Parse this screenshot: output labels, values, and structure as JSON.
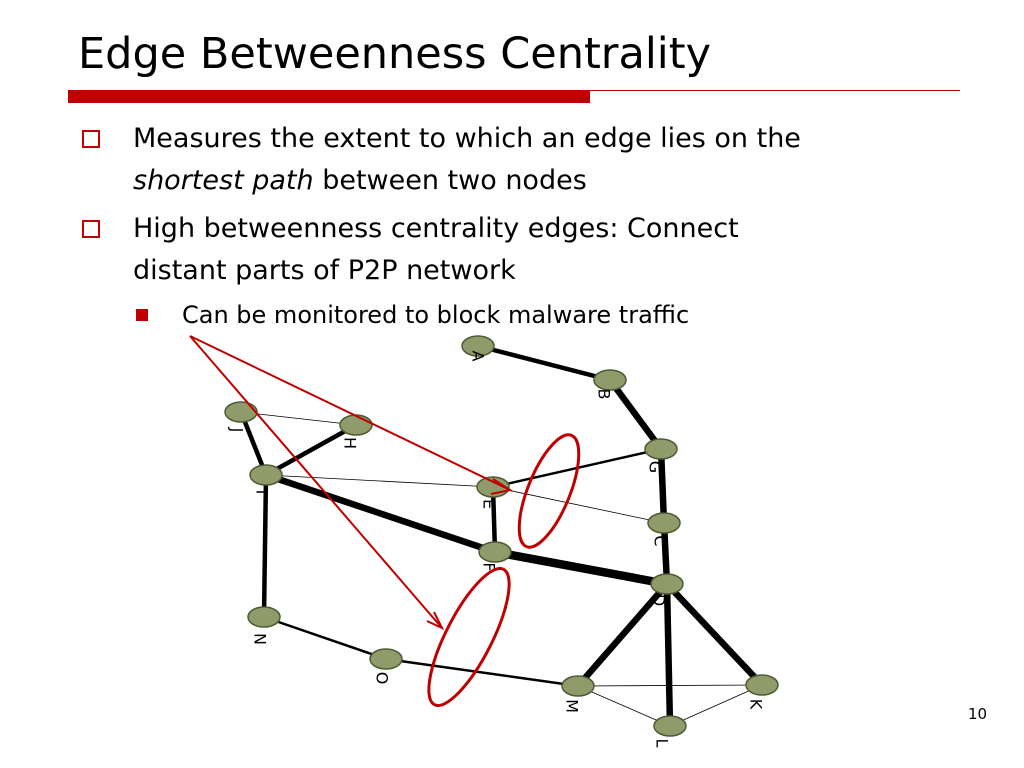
{
  "slide": {
    "title": "Edge Betweenness Centrality",
    "page_number": "10",
    "bullets": [
      {
        "text_plain_before": "Measures the extent to which an edge lies on the",
        "line2_italic": "shortest path",
        "line2_rest": " between two nodes"
      },
      {
        "line1": "High betweenness centrality edges: Connect",
        "line2": "distant parts of P2P network"
      }
    ],
    "sub_bullet": "Can be monitored to block malware traffic"
  },
  "colors": {
    "accent": "#c00000",
    "node_fill": "#8f9b6b",
    "edge": "#000000",
    "annotation": "#c00000"
  },
  "graph": {
    "nodes": [
      {
        "id": "A",
        "label": "A"
      },
      {
        "id": "B",
        "label": "B"
      },
      {
        "id": "G",
        "label": "G"
      },
      {
        "id": "J",
        "label": "J"
      },
      {
        "id": "H",
        "label": "H"
      },
      {
        "id": "I",
        "label": "I"
      },
      {
        "id": "E",
        "label": "E"
      },
      {
        "id": "C",
        "label": "C"
      },
      {
        "id": "F",
        "label": "F"
      },
      {
        "id": "D",
        "label": "D"
      },
      {
        "id": "N",
        "label": "N"
      },
      {
        "id": "O",
        "label": "O"
      },
      {
        "id": "M",
        "label": "M"
      },
      {
        "id": "K",
        "label": "K"
      },
      {
        "id": "L",
        "label": "L"
      }
    ],
    "edges": [
      {
        "from": "A",
        "to": "B",
        "weight": "medium"
      },
      {
        "from": "B",
        "to": "G",
        "weight": "heavy"
      },
      {
        "from": "G",
        "to": "C",
        "weight": "heavy"
      },
      {
        "from": "C",
        "to": "D",
        "weight": "heavy"
      },
      {
        "from": "J",
        "to": "H",
        "weight": "thin"
      },
      {
        "from": "J",
        "to": "I",
        "weight": "medium"
      },
      {
        "from": "H",
        "to": "I",
        "weight": "medium"
      },
      {
        "from": "I",
        "to": "E",
        "weight": "thin"
      },
      {
        "from": "I",
        "to": "F",
        "weight": "heavy"
      },
      {
        "from": "I",
        "to": "N",
        "weight": "medium"
      },
      {
        "from": "E",
        "to": "G",
        "weight": "light"
      },
      {
        "from": "E",
        "to": "C",
        "weight": "thin"
      },
      {
        "from": "E",
        "to": "F",
        "weight": "medium"
      },
      {
        "from": "F",
        "to": "D",
        "weight": "heaviest"
      },
      {
        "from": "N",
        "to": "O",
        "weight": "light"
      },
      {
        "from": "O",
        "to": "M",
        "weight": "light"
      },
      {
        "from": "D",
        "to": "M",
        "weight": "heavy"
      },
      {
        "from": "D",
        "to": "K",
        "weight": "heavy"
      },
      {
        "from": "D",
        "to": "L",
        "weight": "heavy"
      },
      {
        "from": "M",
        "to": "K",
        "weight": "thin"
      },
      {
        "from": "M",
        "to": "L",
        "weight": "thin"
      },
      {
        "from": "L",
        "to": "K",
        "weight": "thin"
      }
    ]
  }
}
